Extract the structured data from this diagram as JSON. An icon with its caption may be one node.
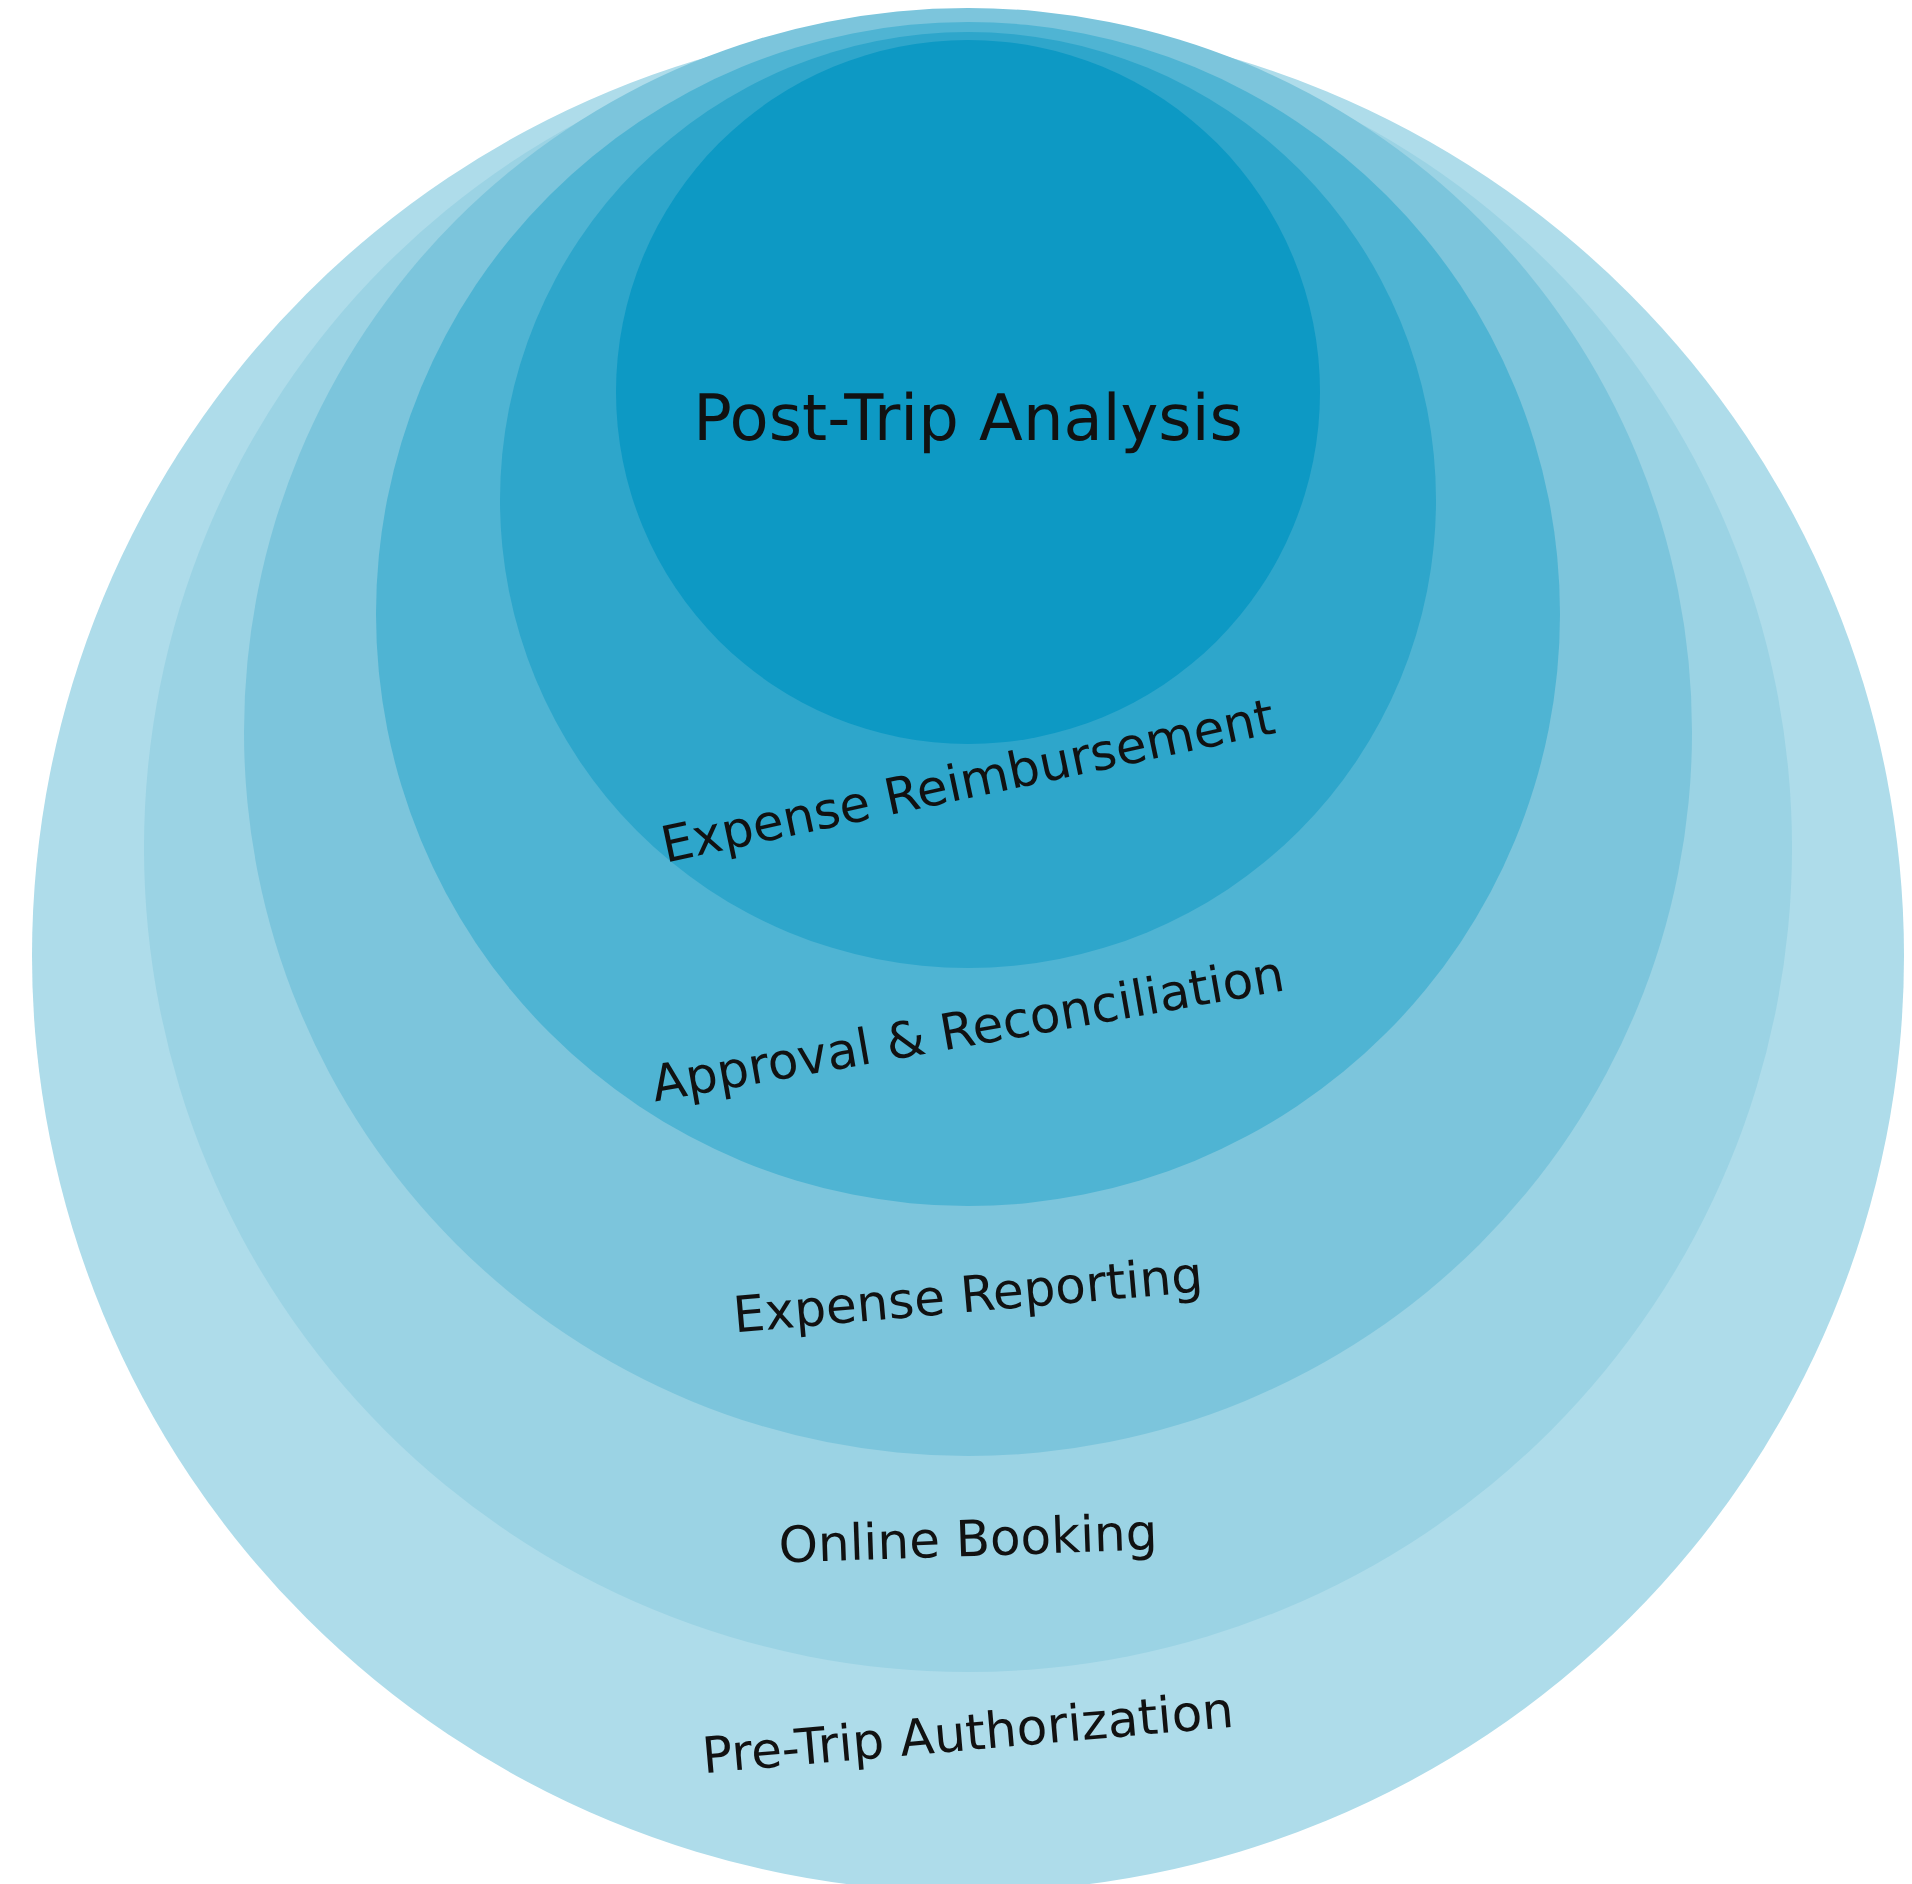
{
  "diagram": {
    "nodes": [
      {
        "text": [
          "Pre-Trip Authorization"
        ]
      },
      {
        "text": [
          "Online Booking"
        ],
        "in": 0
      },
      {
        "text": [
          "Expense Reporting"
        ],
        "in": 1
      },
      {
        "text": [
          "Approval & Reconciliation"
        ],
        "in": 2
      },
      {
        "text": [
          "Expense Reimbursement"
        ],
        "in": 3
      },
      {
        "text": [
          "Post-Trip Analysis"
        ],
        "in": 4
      }
    ]
  }
}
